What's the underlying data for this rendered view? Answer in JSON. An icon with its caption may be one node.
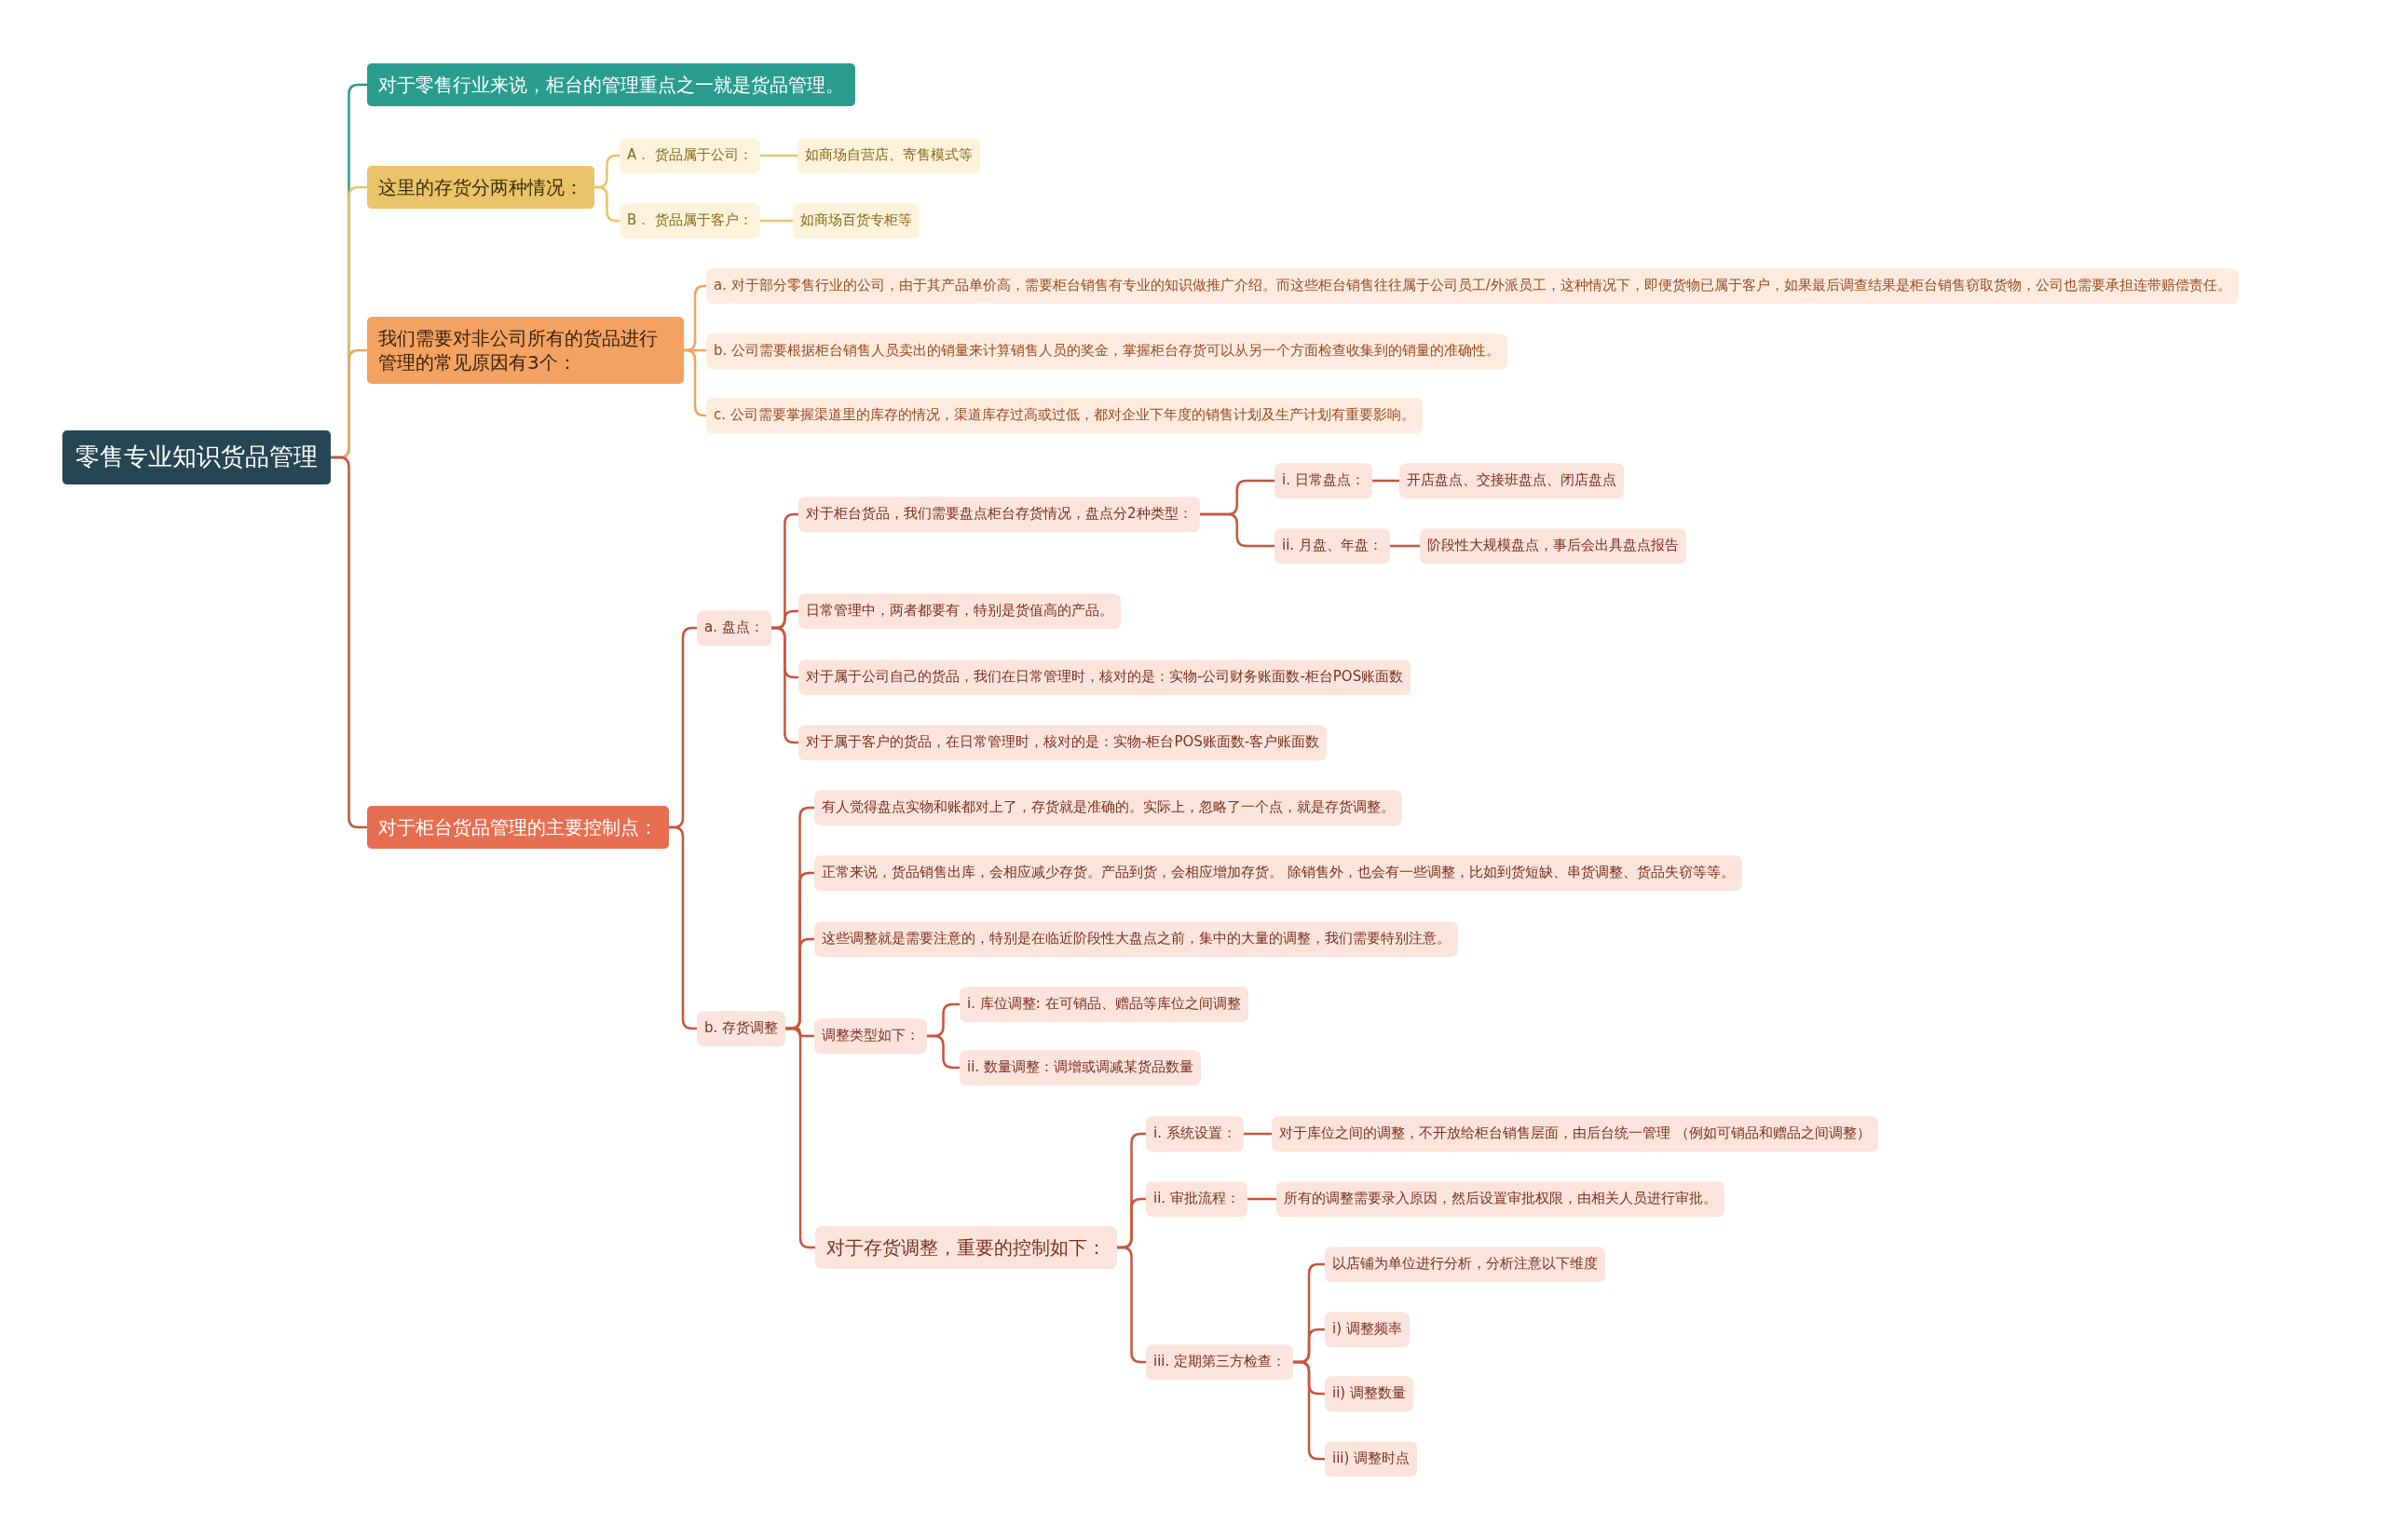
{
  "diagram": {
    "nodes": [
      {
        "text": [
          "零售专业知识货品管理"
        ]
      },
      {
        "text": [
          "对于零售行业来说，柜台的管理重点之一就是货品管理。"
        ]
      },
      {
        "text": [
          "这里的存货分两种情况："
        ]
      },
      {
        "text": [
          "A． 货品属于公司："
        ]
      },
      {
        "text": [
          "如商场自营店、寄售模式等"
        ]
      },
      {
        "text": [
          "B． 货品属于客户："
        ]
      },
      {
        "text": [
          "如商场百货专柜等"
        ]
      },
      {
        "text": [
          "我们需要对非公司所有的货品进行管理的常见原因有3个："
        ]
      },
      {
        "text": [
          "a. 对于部分零售行业的公司，由于其产品单价高，需要柜台销售有专业的知识做推广介绍。而这些柜台销售往往属于公司员工/外派员工，这种情况下，即便货物已属于客户，如果最后调查结果是柜台销售窃取货物，公司也需要承担连带赔偿责任。"
        ]
      },
      {
        "text": [
          "b. 公司需要根据柜台销售人员卖出的销量来计算销售人员的奖金，掌握柜台存货可以从另一个方面检查收集到的销量的准确性。"
        ]
      },
      {
        "text": [
          "c. 公司需要掌握渠道里的库存的情况，渠道库存过高或过低，都对企业下年度的销售计划及生产计划有重要影响。"
        ]
      },
      {
        "text": [
          "对于柜台货品管理的主要控制点："
        ]
      },
      {
        "text": [
          "a. 盘点："
        ]
      },
      {
        "text": [
          "对于柜台货品，我们需要盘点柜台存货情况，盘点分2种类型："
        ]
      },
      {
        "text": [
          "i. 日常盘点："
        ]
      },
      {
        "text": [
          "开店盘点、交接班盘点、闭店盘点"
        ]
      },
      {
        "text": [
          "ii. 月盘、年盘："
        ]
      },
      {
        "text": [
          "阶段性大规模盘点，事后会出具盘点报告"
        ]
      },
      {
        "text": [
          "日常管理中，两者都要有，特别是货值高的产品。"
        ]
      },
      {
        "text": [
          "对于属于公司自己的货品，我们在日常管理时，核对的是：实物-公司财务账面数-柜台POS账面数"
        ]
      },
      {
        "text": [
          "对于属于客户的货品，在日常管理时，核对的是：实物-柜台POS账面数-客户账面数"
        ]
      },
      {
        "text": [
          "b. 存货调整"
        ]
      },
      {
        "text": [
          "有人觉得盘点实物和账都对上了，存货就是准确的。实际上，忽略了一个点，就是存货调整。"
        ]
      },
      {
        "text": [
          "正常来说，货品销售出库，会相应减少存货。产品到货，会相应增加存货。 除销售外，也会有一些调整，比如到货短缺、串货调整、货品失窃等等。"
        ]
      },
      {
        "text": [
          "这些调整就是需要注意的，特别是在临近阶段性大盘点之前，集中的大量的调整，我们需要特别注意。"
        ]
      },
      {
        "text": [
          "调整类型如下："
        ]
      },
      {
        "text": [
          "i. 库位调整: 在可销品、赠品等库位之间调整"
        ]
      },
      {
        "text": [
          "ii. 数量调整：调增或调减某货品数量"
        ]
      },
      {
        "text": [
          "对于存货调整，重要的控制如下："
        ]
      },
      {
        "text": [
          "i. 系统设置："
        ]
      },
      {
        "text": [
          "对于库位之间的调整，不开放给柜台销售层面，由后台统一管理 （例如可销品和赠品之间调整）"
        ]
      },
      {
        "text": [
          "ii. 审批流程："
        ]
      },
      {
        "text": [
          "所有的调整需要录入原因，然后设置审批权限，由相关人员进行审批。"
        ]
      },
      {
        "text": [
          "iii. 定期第三方检查："
        ]
      },
      {
        "text": [
          "以店铺为单位进行分析，分析注意以下维度"
        ]
      },
      {
        "text": [
          "i) 调整频率"
        ]
      },
      {
        "text": [
          "ii) 调整数量"
        ]
      },
      {
        "text": [
          "iii) 调整时点"
        ]
      }
    ],
    "edges": [
      {
        "from": 0,
        "to": 1,
        "arrow": "none",
        "color": "#2a9d8f"
      },
      {
        "from": 0,
        "to": 2,
        "arrow": "none",
        "color": "#e9c46a"
      },
      {
        "from": 2,
        "to": 3,
        "arrow": "none",
        "color": "#e9c46a"
      },
      {
        "from": 3,
        "to": 4,
        "arrow": "none",
        "color": "#e9c46a"
      },
      {
        "from": 2,
        "to": 5,
        "arrow": "none",
        "color": "#e9c46a"
      },
      {
        "from": 5,
        "to": 6,
        "arrow": "none",
        "color": "#e9c46a"
      },
      {
        "from": 0,
        "to": 7,
        "arrow": "none",
        "color": "#f4a261"
      },
      {
        "from": 7,
        "to": 8,
        "arrow": "none",
        "color": "#f4a261"
      },
      {
        "from": 7,
        "to": 9,
        "arrow": "none",
        "color": "#f4a261"
      },
      {
        "from": 7,
        "to": 10,
        "arrow": "none",
        "color": "#f4a261"
      },
      {
        "from": 0,
        "to": 11,
        "arrow": "none"
      },
      {
        "from": 11,
        "to": 12,
        "arrow": "none"
      },
      {
        "from": 12,
        "to": 13,
        "arrow": "none"
      },
      {
        "from": 13,
        "to": 14,
        "arrow": "none"
      },
      {
        "from": 14,
        "to": 15,
        "arrow": "none"
      },
      {
        "from": 13,
        "to": 16,
        "arrow": "none"
      },
      {
        "from": 16,
        "to": 17,
        "arrow": "none"
      },
      {
        "from": 12,
        "to": 18,
        "arrow": "none"
      },
      {
        "from": 12,
        "to": 19,
        "arrow": "none"
      },
      {
        "from": 12,
        "to": 20,
        "arrow": "none"
      },
      {
        "from": 11,
        "to": 21,
        "arrow": "none"
      },
      {
        "from": 21,
        "to": 22,
        "arrow": "none"
      },
      {
        "from": 21,
        "to": 23,
        "arrow": "none"
      },
      {
        "from": 21,
        "to": 24,
        "arrow": "none"
      },
      {
        "from": 21,
        "to": 25,
        "arrow": "none"
      },
      {
        "from": 25,
        "to": 26,
        "arrow": "none"
      },
      {
        "from": 25,
        "to": 27,
        "arrow": "none"
      },
      {
        "from": 21,
        "to": 28,
        "arrow": "none"
      },
      {
        "from": 28,
        "to": 29,
        "arrow": "none"
      },
      {
        "from": 29,
        "to": 30,
        "arrow": "none"
      },
      {
        "from": 28,
        "to": 31,
        "arrow": "none"
      },
      {
        "from": 31,
        "to": 32,
        "arrow": "none"
      },
      {
        "from": 28,
        "to": 33,
        "arrow": "none"
      },
      {
        "from": 33,
        "to": 34,
        "arrow": "none"
      },
      {
        "from": 33,
        "to": 35,
        "arrow": "none"
      },
      {
        "from": 33,
        "to": 36,
        "arrow": "none"
      },
      {
        "from": 33,
        "to": 37,
        "arrow": "none"
      }
    ]
  }
}
